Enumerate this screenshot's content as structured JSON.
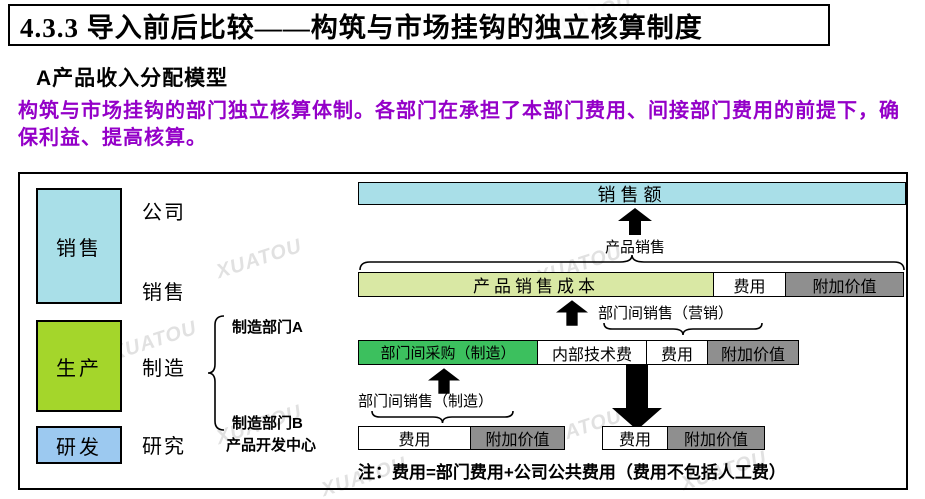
{
  "watermark": {
    "text": "XUATOU"
  },
  "title": "4.3.3 导入前后比较——构筑与市场挂钩的独立核算制度",
  "subtitle": "A产品收入分配模型",
  "intro": "构筑与市场挂钩的部门独立核算体制。各部门在承担了本部门费用、间接部门费用的前提下，确保利益、提高核算。",
  "colors": {
    "intro_text": "#9400C8",
    "sales_block": "#A9DFE8",
    "production_block": "#A4D62B",
    "rnd_block": "#9CC9F0",
    "sales_total_bar": "#A9DFE8",
    "cost_cell": "#D9E8A4",
    "purchase_cell": "#3CC05E",
    "added_value_cell": "#8F8F8F",
    "expense_cell": "#FFFFFF"
  },
  "left_blocks": [
    {
      "label": "销售"
    },
    {
      "label": "生产"
    },
    {
      "label": "研发"
    }
  ],
  "org": {
    "company": "公司",
    "sales": "销售",
    "manufacture": "制造",
    "research": "研究",
    "dept_a": "制造部门A",
    "dept_b": "制造部门B",
    "dev_center": "产品开发中心"
  },
  "flow": {
    "sales_total": "销售额",
    "product_sales": "产品销售",
    "row1": {
      "cost": "产品销售成本",
      "expense": "费用",
      "added_value": "附加价值"
    },
    "label_marketing": "部门间销售（营销）",
    "row2": {
      "purchase": "部门间采购（制造）",
      "internal_tech": "内部技术费",
      "expense": "费用",
      "added_value": "附加价值"
    },
    "label_manufacture": "部门间销售（制造）",
    "row3_left": {
      "expense": "费用",
      "added_value": "附加价值"
    },
    "row3_right": {
      "expense": "费用",
      "added_value": "附加价值"
    },
    "note": "注：费用=部门费用+公司公共费用（费用不包括人工费）"
  }
}
